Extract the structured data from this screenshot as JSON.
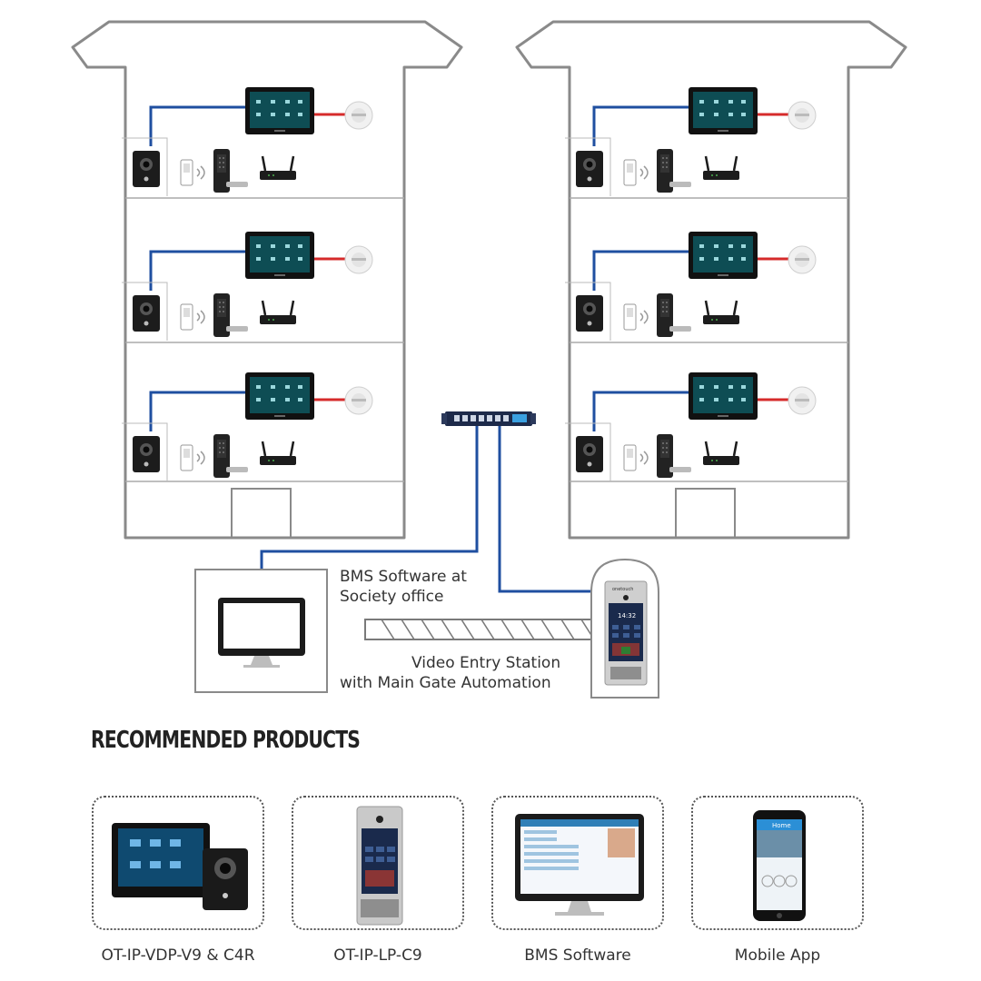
{
  "labels": {
    "bms_office": [
      "BMS Software at",
      "Society office"
    ],
    "entry_station": [
      "Video Entry Station",
      "with Main Gate Automation"
    ]
  },
  "device_text": {
    "station_brand": "onetouch",
    "station_time": "14:32",
    "mobile_header": "Home"
  },
  "section_title": "RECOMMENDED PRODUCTS",
  "products": [
    {
      "name": "OT-IP-VDP-V9 & C4R",
      "icon": "monitor-and-camera-icon"
    },
    {
      "name": "OT-IP-LP-C9",
      "icon": "entry-station-icon"
    },
    {
      "name": "BMS Software",
      "icon": "desktop-computer-icon"
    },
    {
      "name": "Mobile App",
      "icon": "smartphone-icon"
    }
  ],
  "colors": {
    "video_link": "#1f4fa0",
    "alarm_link": "#d62b2b",
    "outline": "#8a8a8a"
  }
}
